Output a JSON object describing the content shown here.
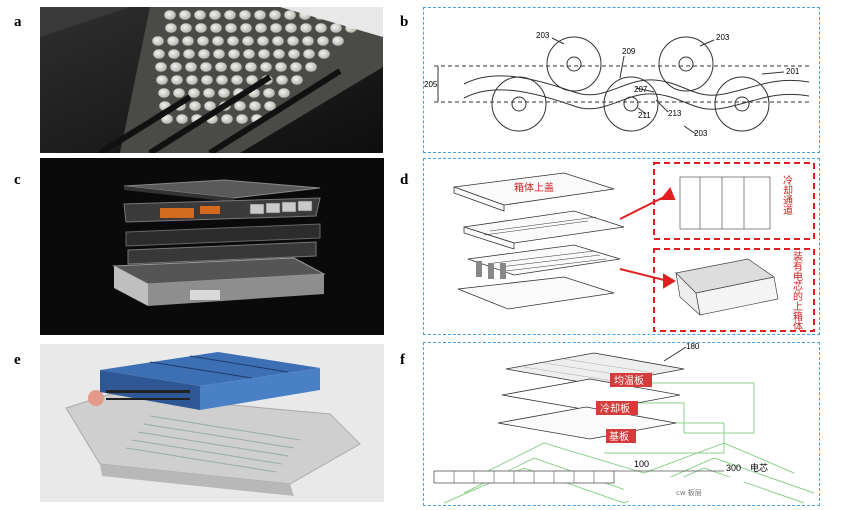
{
  "panels": {
    "a": {
      "label": "a"
    },
    "b": {
      "label": "b",
      "callouts": [
        "203",
        "203",
        "209",
        "201",
        "205",
        "207",
        "211",
        "213",
        "203"
      ]
    },
    "c": {
      "label": "c"
    },
    "d": {
      "label": "d",
      "lid_label": "箱体上盖",
      "cooling_label": "冷却通道",
      "cells_label": "装有电芯的上箱体"
    },
    "e": {
      "label": "e"
    },
    "f": {
      "label": "f",
      "callout_top": "180",
      "layer_labels": [
        "均温板",
        "冷却板",
        "基板"
      ],
      "num_100": "100",
      "num_300": "300",
      "cells_label": "电芯",
      "small_label": "cw 板层"
    }
  },
  "colors": {
    "dashed_border": "#4a9fe0",
    "red_callout": "#e02020",
    "green_lines": "#8ed08e",
    "blue_module": "#3c6fb4"
  }
}
